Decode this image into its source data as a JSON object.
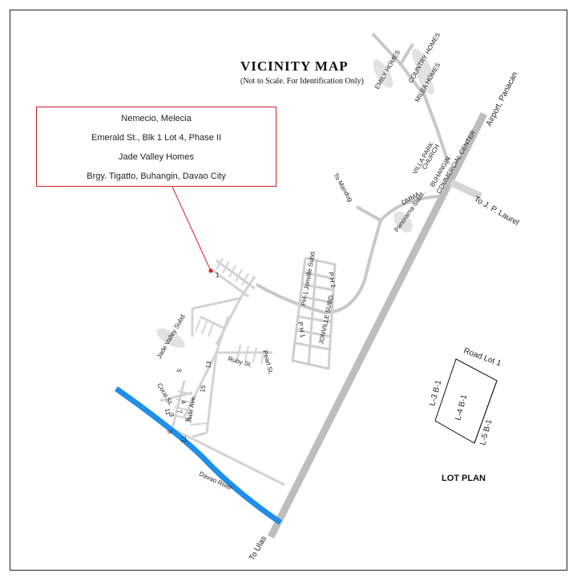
{
  "title": "VICINITY MAP",
  "subtitle": "(Not to Scale. For Identification Only)",
  "info_box": {
    "lines": [
      "Nemecio, Melecia",
      "Emerald St., Blk 1 Lot 4, Phase II",
      "Jade Valley Homes",
      "Brgy. Tigatto, Buhangin, Davao City"
    ]
  },
  "labels": {
    "airport_panacan": "Airport, Panacan",
    "to_jp_laurel": "To J. P. Laurel",
    "to_ulas": "To Ulas",
    "to_mandug": "To Mandug",
    "davao_river": "Davao River",
    "emily_homes": "EMILY HOMES",
    "country_homes": "COUNTRY HOMES",
    "milea_homes": "MILEA HOMES",
    "villa_park": "VILLA PARK",
    "church": "CHURCH",
    "buhangin": "BUHANGIN",
    "commercial_center": "COMMERCIAL CENTER",
    "dmma": "DMMA",
    "panorama_subd": "Panorama Subd.",
    "jade_valley_subd": "Jade Valley Subd.",
    "jonville_subd": "JONVILLE SUBD.",
    "ruby_st": "Ruby St.",
    "pearl_st": "Pearl St.",
    "coral_st": "Coral St.",
    "jade_ave": "Jade Ave.",
    "ph1": "P H 1",
    "ph2": "P H 2",
    "ph1_label": "PH-1 Jonville Subd.",
    "num_1": "1",
    "num_5": "5",
    "num_13": "13",
    "num_15": "15",
    "num_11": "11",
    "num_9": "9",
    "num_7": "7",
    "num_3": "3",
    "num_72": "72",
    "num_6": "6",
    "num_4": "4"
  },
  "lot_plan": {
    "title": "LOT PLAN",
    "road_lot": "Road Lot 1",
    "l3": "L-3 B-1",
    "l4": "L-4 B-1",
    "l5": "L-5 B-1"
  },
  "colors": {
    "road": "#c8c8c8",
    "highway": "#bdbdbd",
    "river": "#1f8fe8",
    "pointer": "#d42020",
    "subd_blob": "#e2e2e2"
  }
}
